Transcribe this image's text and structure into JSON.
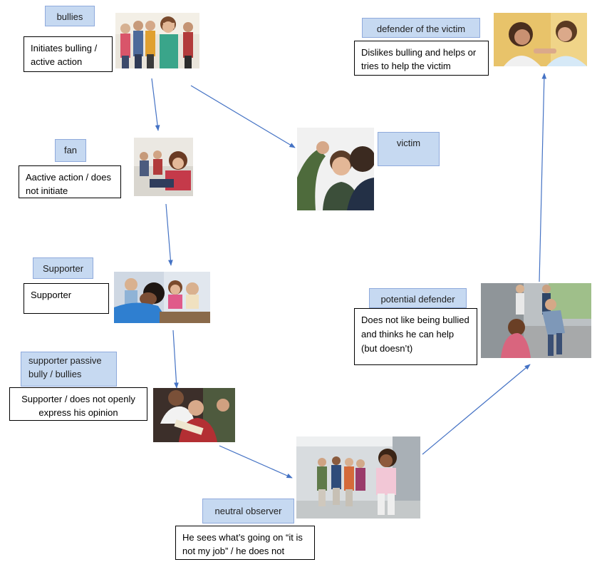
{
  "nodes": {
    "bullies": {
      "label": "bullies",
      "description": "Initiates bulling / active action",
      "image_icon": "bullies-photo"
    },
    "fan": {
      "label": "fan",
      "description": "Aactive action / does not initiate",
      "image_icon": "fan-photo"
    },
    "supporter": {
      "label": "Supporter",
      "description": "Supporter",
      "image_icon": "supporter-photo"
    },
    "passive_bully": {
      "label": "supporter passive bully / bullies",
      "description": "Supporter / does not openly express his opinion",
      "image_icon": "passive-bully-photo"
    },
    "neutral_observer": {
      "label": "neutral observer",
      "description": "He sees what’s going on “it is not my job” / he does not",
      "image_icon": "neutral-observer-photo"
    },
    "potential_defender": {
      "label": "potential defender",
      "description": "Does not like being bullied and thinks he can help (but doesn’t)",
      "image_icon": "potential-defender-photo"
    },
    "victim": {
      "label": "victim",
      "image_icon": "victim-photo"
    },
    "defender": {
      "label": "defender of the victim",
      "description": "Dislikes bulling and helps or tries to help the victim",
      "image_icon": "defender-photo"
    }
  },
  "edges": [
    {
      "from": "bullies",
      "to": "fan"
    },
    {
      "from": "bullies",
      "to": "victim"
    },
    {
      "from": "fan",
      "to": "supporter"
    },
    {
      "from": "supporter",
      "to": "passive_bully"
    },
    {
      "from": "passive_bully",
      "to": "neutral_observer"
    },
    {
      "from": "neutral_observer",
      "to": "potential_defender"
    },
    {
      "from": "potential_defender",
      "to": "defender"
    }
  ],
  "colors": {
    "label_fill": "#c6d9f1",
    "label_border": "#8faadc",
    "arrow": "#4472c4",
    "desc_border": "#000000"
  }
}
